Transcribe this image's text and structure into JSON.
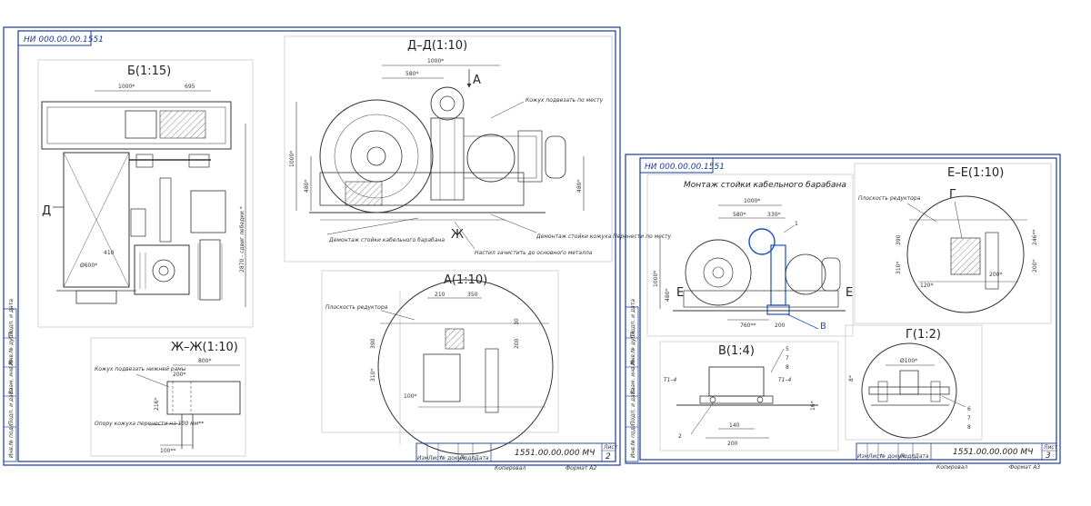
{
  "colors": {
    "frame": "#1a3a9a",
    "line": "#333333",
    "accent": "#1a4fc0",
    "paper": "#ffffff"
  },
  "sheet1": {
    "border_code": "НИ 000.00.00.1551",
    "titleblock_code": "1551.00.00.000 МЧ",
    "titleblock_sheet_label": "Лист",
    "titleblock_sheet": "2",
    "titleblock_copied": "Копировал",
    "titleblock_format": "Формат  А2",
    "titleblock_cols": [
      "Изм",
      "Лист",
      "№ докум.",
      "Подп.",
      "Дата"
    ],
    "side_labels": [
      "Инв.№ подл.",
      "Подп. и дата",
      "Взам. инв.№",
      "Инв.№ дубл.",
      "Подп. и дата"
    ],
    "view_b": {
      "title": "Б(1:15)",
      "dims": [
        "1000*",
        "695",
        "410",
        "Ø600*"
      ],
      "vertical_dim": "2870 - сдвиг лебедки *",
      "marker": "Д"
    },
    "view_dd": {
      "title": "Д–Д(1:10)",
      "dims": [
        "1000*",
        "580*",
        "480*",
        "1000*",
        "480*"
      ],
      "arrow_label": "А",
      "section_label": "Ж",
      "notes": [
        "Кожух подвезать по месту",
        "Демонтаж стойки кабельного барабана",
        "Демонтаж стойки кожуха Перенести по месту",
        "Настил зачистить до основного металла"
      ]
    },
    "view_a": {
      "title": "А(1:10)",
      "dims": [
        "210",
        "350",
        "30",
        "200",
        "390",
        "310*",
        "100*"
      ],
      "note": "Плоскость редуктора"
    },
    "view_zh": {
      "title": "Ж–Ж(1:10)",
      "dims": [
        "800*",
        "200*",
        "216*",
        "100**"
      ],
      "notes": [
        "Кожух подвезать нижней рамы",
        "Опору кожуха перенести на 100 мм**"
      ]
    }
  },
  "sheet2": {
    "border_code": "НИ 000.00.00.1551",
    "titleblock_code": "1551.00.00.000 МЧ",
    "titleblock_sheet_label": "Лист",
    "titleblock_sheet": "3",
    "titleblock_copied": "Копировал",
    "titleblock_format": "Формат  А3",
    "titleblock_cols": [
      "Изм",
      "Лист",
      "№ докум.",
      "Подп.",
      "Дата"
    ],
    "side_labels": [
      "Инв.№ подл.",
      "Подп. и дата",
      "Взам. инв.№",
      "Инв.№ дубл.",
      "Подп. и дата"
    ],
    "mount": {
      "title": "Монтаж стойки кабельного барабана",
      "dims": [
        "1000*",
        "580*",
        "330*",
        "1000*",
        "480*",
        "760**",
        "200"
      ],
      "callout": "1",
      "markers": [
        "Е",
        "Е"
      ],
      "blue_label": "В"
    },
    "view_ee": {
      "title": "Е–Е(1:10)",
      "dims": [
        "390",
        "310*",
        "120*",
        "200*",
        "246**",
        "200*"
      ],
      "note": "Плоскость редуктора",
      "marker": "Г"
    },
    "view_v": {
      "title": "В(1:4)",
      "dims": [
        "140",
        "200",
        "16*"
      ],
      "callouts": [
        "5",
        "7",
        "8",
        "2"
      ],
      "side_notes": [
        "Т1–4",
        "Т1–4"
      ]
    },
    "view_g": {
      "title": "Г(1:2)",
      "dims": [
        "Ø100*",
        "8*"
      ],
      "callouts": [
        "6",
        "7",
        "8"
      ]
    }
  }
}
